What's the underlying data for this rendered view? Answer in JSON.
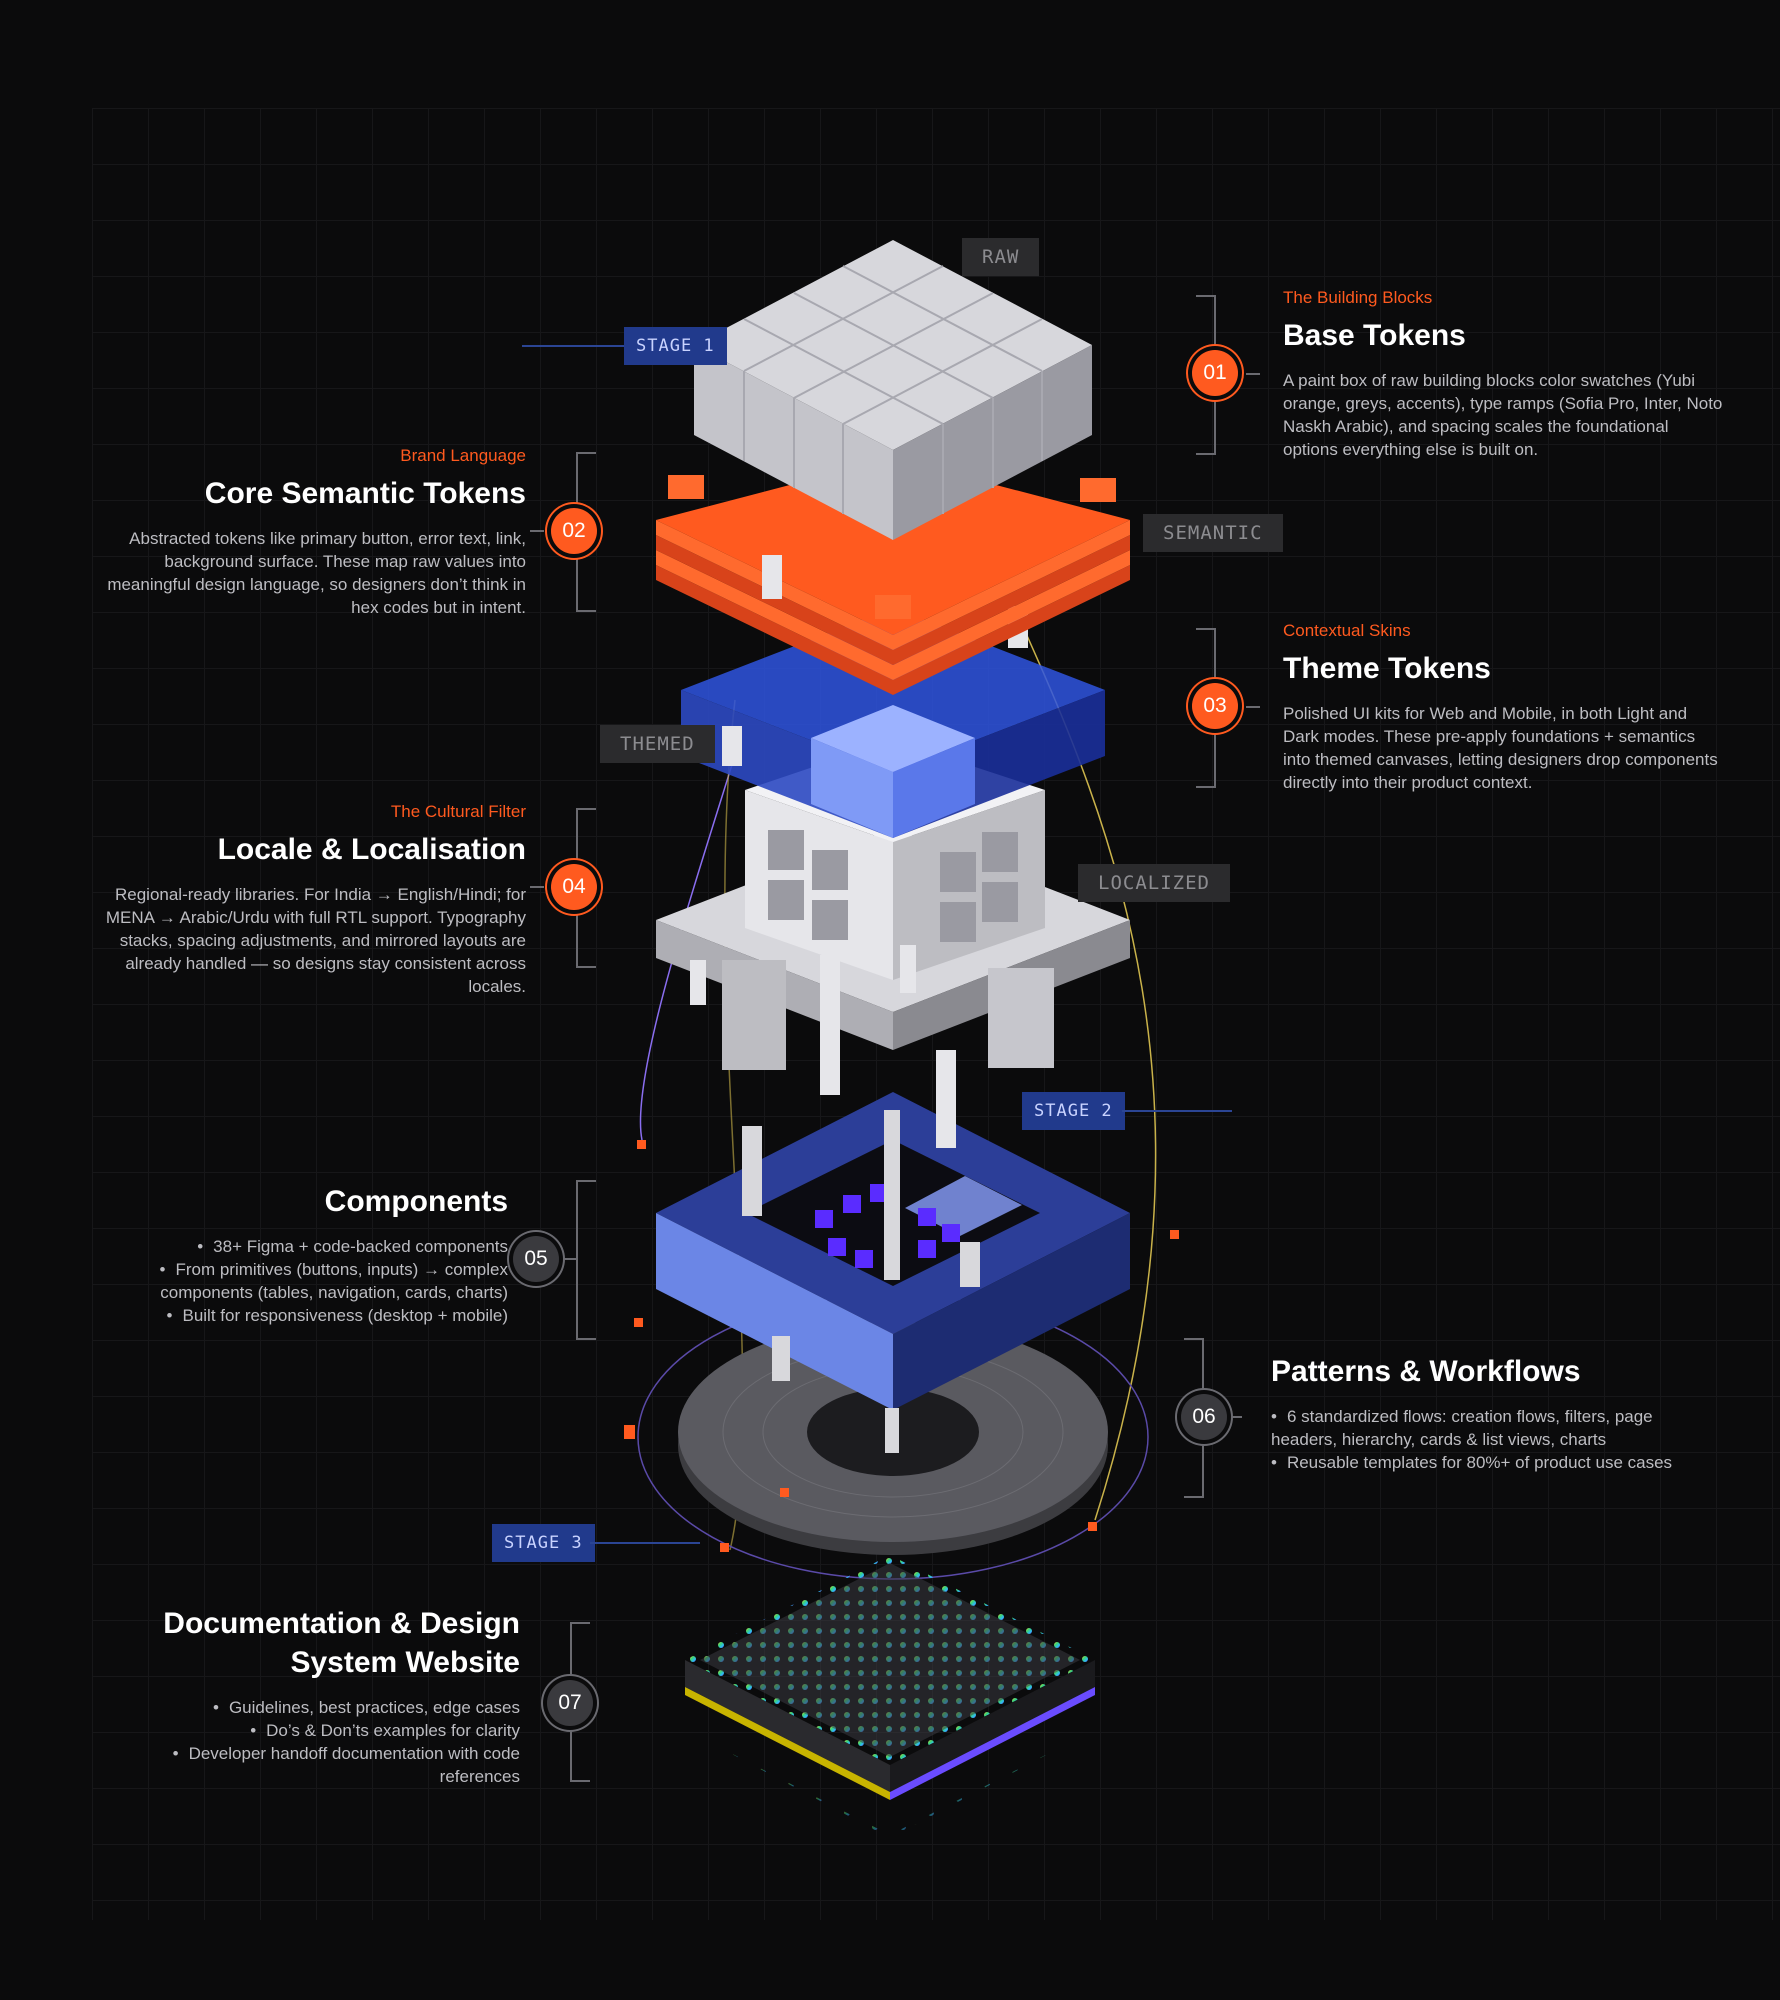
{
  "tags": {
    "raw": "RAW",
    "semantic": "SEMANTIC",
    "themed": "THEMED",
    "localized": "LOCALIZED",
    "stage1": "STAGE 1",
    "stage2": "STAGE 2",
    "stage3": "STAGE 3"
  },
  "sections": [
    {
      "number": "01",
      "eyebrow": "The Building Blocks",
      "title": "Base Tokens",
      "desc": "A paint box of raw building blocks color swatches (Yubi orange, greys, accents), type ramps (Sofia Pro, Inter, Noto Naskh Arabic), and spacing scales the foundational options everything else is built on."
    },
    {
      "number": "02",
      "eyebrow": "Brand Language",
      "title": "Core Semantic Tokens",
      "desc": "Abstracted tokens like primary button, error text, link, background surface. These map raw values into meaningful design language, so designers don’t think in hex codes but in intent."
    },
    {
      "number": "03",
      "eyebrow": "Contextual Skins",
      "title": "Theme Tokens",
      "desc": "Polished UI kits for Web and Mobile, in both Light and Dark modes. These pre-apply foundations + semantics into themed canvases, letting designers drop components directly into their product context."
    },
    {
      "number": "04",
      "eyebrow": "The Cultural Filter",
      "title": "Locale & Localisation",
      "desc": "Regional-ready libraries. For India → English/Hindi; for MENA → Arabic/Urdu with full RTL support. Typography stacks, spacing adjustments, and mirrored layouts are already handled — so designs stay consistent across locales."
    },
    {
      "number": "05",
      "title": "Components",
      "bullets": [
        "38+ Figma + code-backed components",
        "From primitives (buttons, inputs) → complex components (tables, navigation, cards, charts)",
        "Built for responsiveness (desktop + mobile)"
      ]
    },
    {
      "number": "06",
      "title": "Patterns & Workflows",
      "bullets": [
        "6 standardized flows: creation flows, filters, page headers, hierarchy, cards & list views, charts",
        "Reusable templates for 80%+ of product use cases"
      ]
    },
    {
      "number": "07",
      "title": "Documentation & Design System Website",
      "bullets": [
        "Guidelines, best practices, edge cases",
        "Do’s & Don’ts examples for clarity",
        "Developer handoff documentation with code references"
      ]
    }
  ],
  "colors": {
    "accent": "#ff5a1f",
    "blue": "#213a8c",
    "grey": "#6a6a70"
  },
  "icons": [
    "isometric-cube-grid",
    "orange-layer-stack",
    "blue-glass-tray",
    "building-block",
    "blue-component-frame",
    "grey-disc",
    "led-chip"
  ]
}
